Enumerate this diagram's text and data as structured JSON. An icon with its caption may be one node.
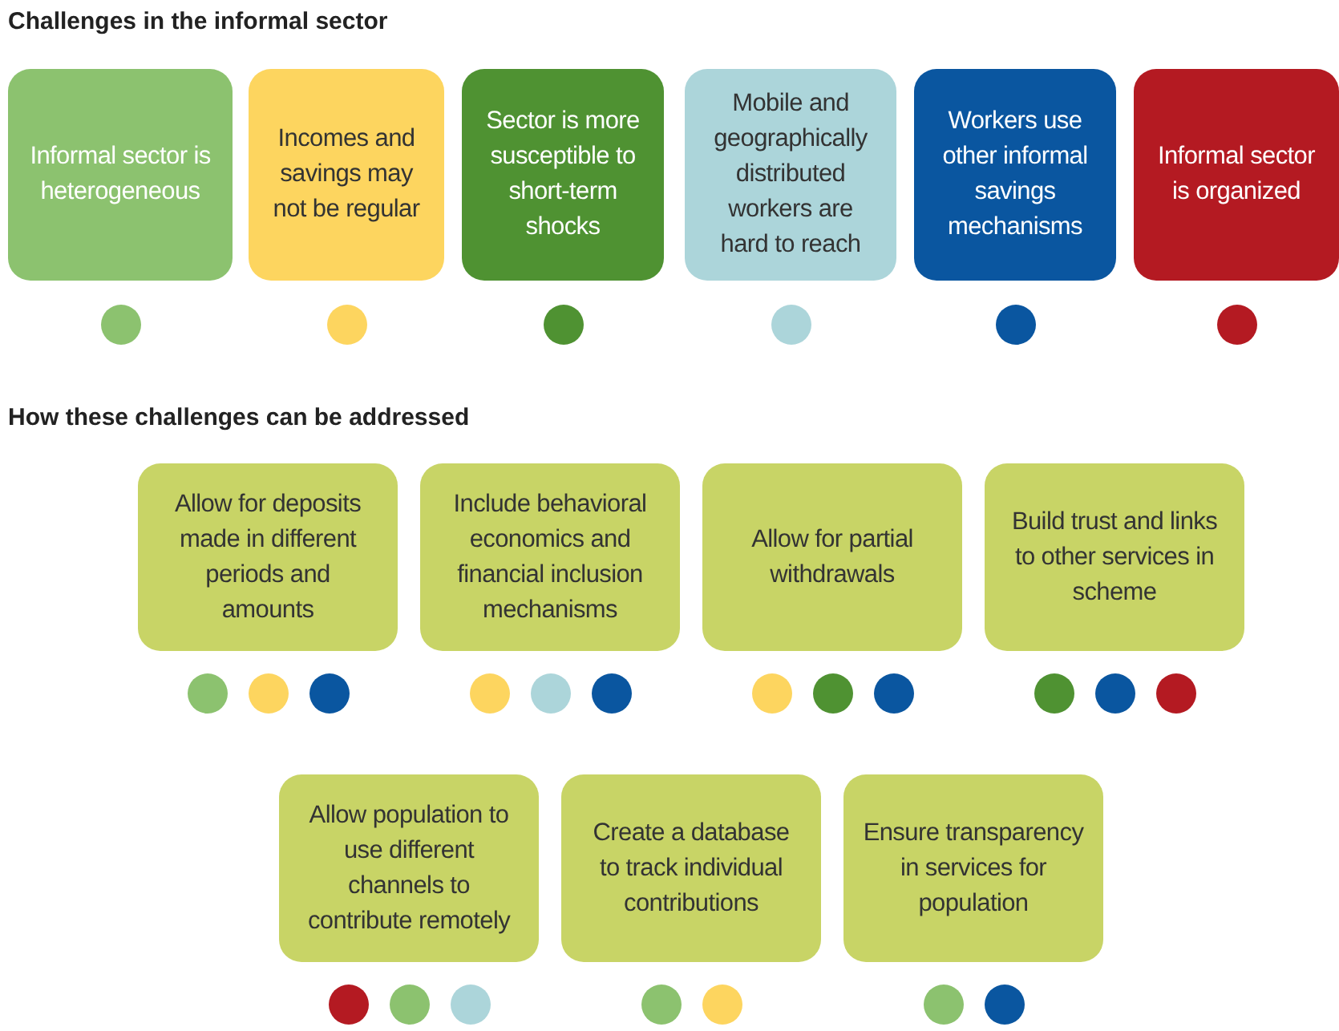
{
  "diagram": {
    "nodes": [
      {
        "text": [
          "Informal sector is heterogeneous"
        ]
      },
      {
        "text": [
          "Incomes and savings may not be regular"
        ]
      },
      {
        "text": [
          "Sector is more susceptible to short-term shocks"
        ]
      },
      {
        "text": [
          "Mobile and geographically distributed workers are hard to reach"
        ]
      },
      {
        "text": [
          "Workers use other informal savings mechanisms"
        ]
      },
      {
        "text": [
          "Informal sector is organized"
        ]
      },
      {
        "text": [],
        "shape": "circle"
      },
      {
        "text": [],
        "shape": "circle"
      },
      {
        "text": [],
        "shape": "circle"
      },
      {
        "text": [],
        "shape": "circle"
      },
      {
        "text": [],
        "shape": "circle"
      },
      {
        "text": [],
        "shape": "circle"
      },
      {
        "text": [
          "Allow for deposits made in different periods and amounts"
        ]
      },
      {
        "text": [
          "Include behavioral economics and financial inclusion mechanisms"
        ]
      },
      {
        "text": [
          "Allow for partial withdrawals"
        ]
      },
      {
        "text": [
          "Build trust and links to other services in scheme"
        ]
      },
      {
        "text": [],
        "shape": "circle"
      },
      {
        "text": [],
        "shape": "circle"
      },
      {
        "text": [],
        "shape": "circle"
      },
      {
        "text": [],
        "shape": "circle"
      },
      {
        "text": [],
        "shape": "circle"
      },
      {
        "text": [],
        "shape": "circle"
      },
      {
        "text": [],
        "shape": "circle"
      },
      {
        "text": [],
        "shape": "circle"
      },
      {
        "text": [],
        "shape": "circle"
      },
      {
        "text": [],
        "shape": "circle"
      },
      {
        "text": [],
        "shape": "circle"
      },
      {
        "text": [],
        "shape": "circle"
      },
      {
        "text": [
          "Allow population to use different channels to contribute remotely"
        ]
      },
      {
        "text": [
          "Create a database to track individual contributions"
        ]
      },
      {
        "text": [
          "Ensure transparency in services for population"
        ]
      },
      {
        "text": [],
        "shape": "circle"
      },
      {
        "text": [],
        "shape": "circle"
      },
      {
        "text": [],
        "shape": "circle"
      },
      {
        "text": [],
        "shape": "circle"
      },
      {
        "text": [],
        "shape": "circle"
      },
      {
        "text": [],
        "shape": "circle"
      },
      {
        "text": [],
        "shape": "circle"
      }
    ],
    "labels": [
      "Challenges in the informal sector",
      "How these challenges can be addressed"
    ]
  }
}
